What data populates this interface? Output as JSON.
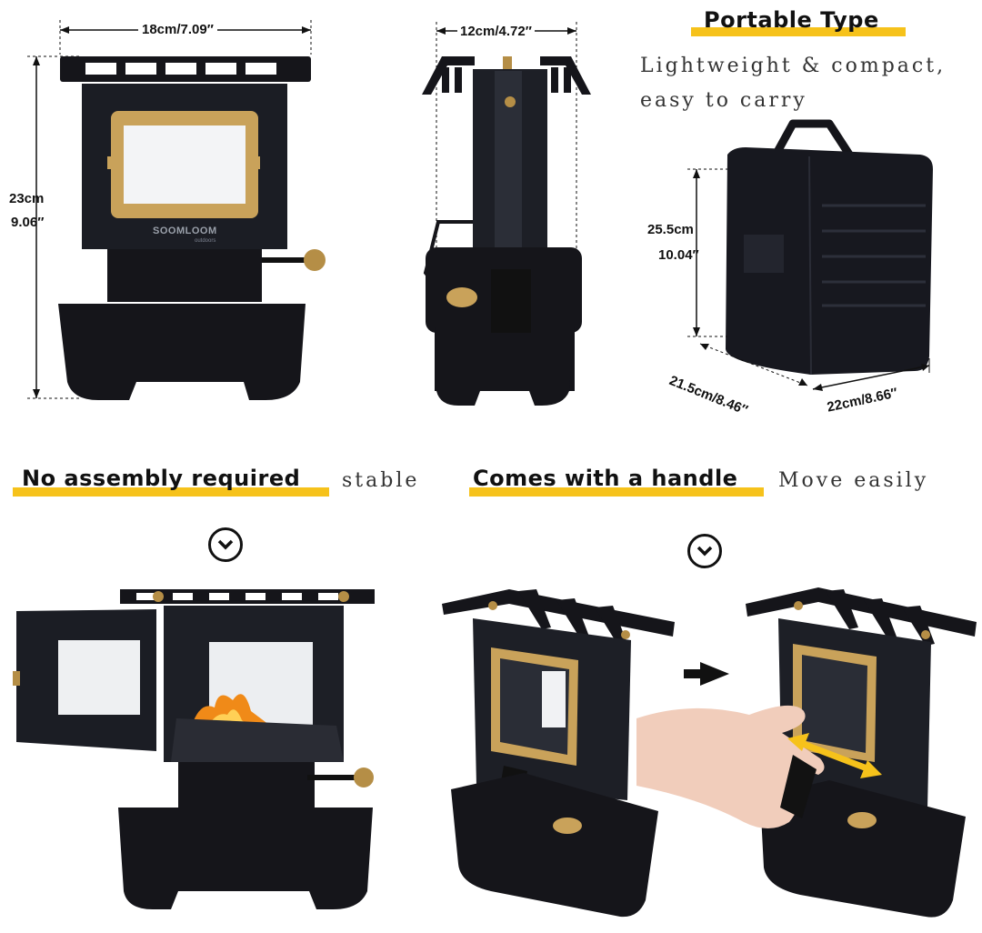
{
  "dimensions": {
    "stove_width": "18cm/7.09″",
    "stove_height_cm": "23cm",
    "stove_height_in": "9.06″",
    "stove_depth": "12cm/4.72″",
    "bag_height_cm": "25.5cm",
    "bag_height_in": "10.04″",
    "bag_depth": "21.5cm/8.46″",
    "bag_width": "22cm/8.66″"
  },
  "brand": {
    "logo_text": "SOOMLOOM",
    "logo_sub": "outdoors"
  },
  "sections": {
    "portable": {
      "title": "Portable Type",
      "line1": "Lightweight & compact,",
      "line2": "easy to carry"
    },
    "assembly": {
      "title": "No assembly required",
      "note": "stable"
    },
    "handle": {
      "title": "Comes with a handle",
      "note": "Move easily"
    }
  },
  "icons": [
    "chevron-down-circle-icon",
    "chevron-down-circle-icon",
    "arrow-right-icon",
    "double-arrow-icon"
  ],
  "colors": {
    "accent_yellow": "#f6c21b",
    "stove_black": "#15151a",
    "brass": "#c9a25a"
  }
}
